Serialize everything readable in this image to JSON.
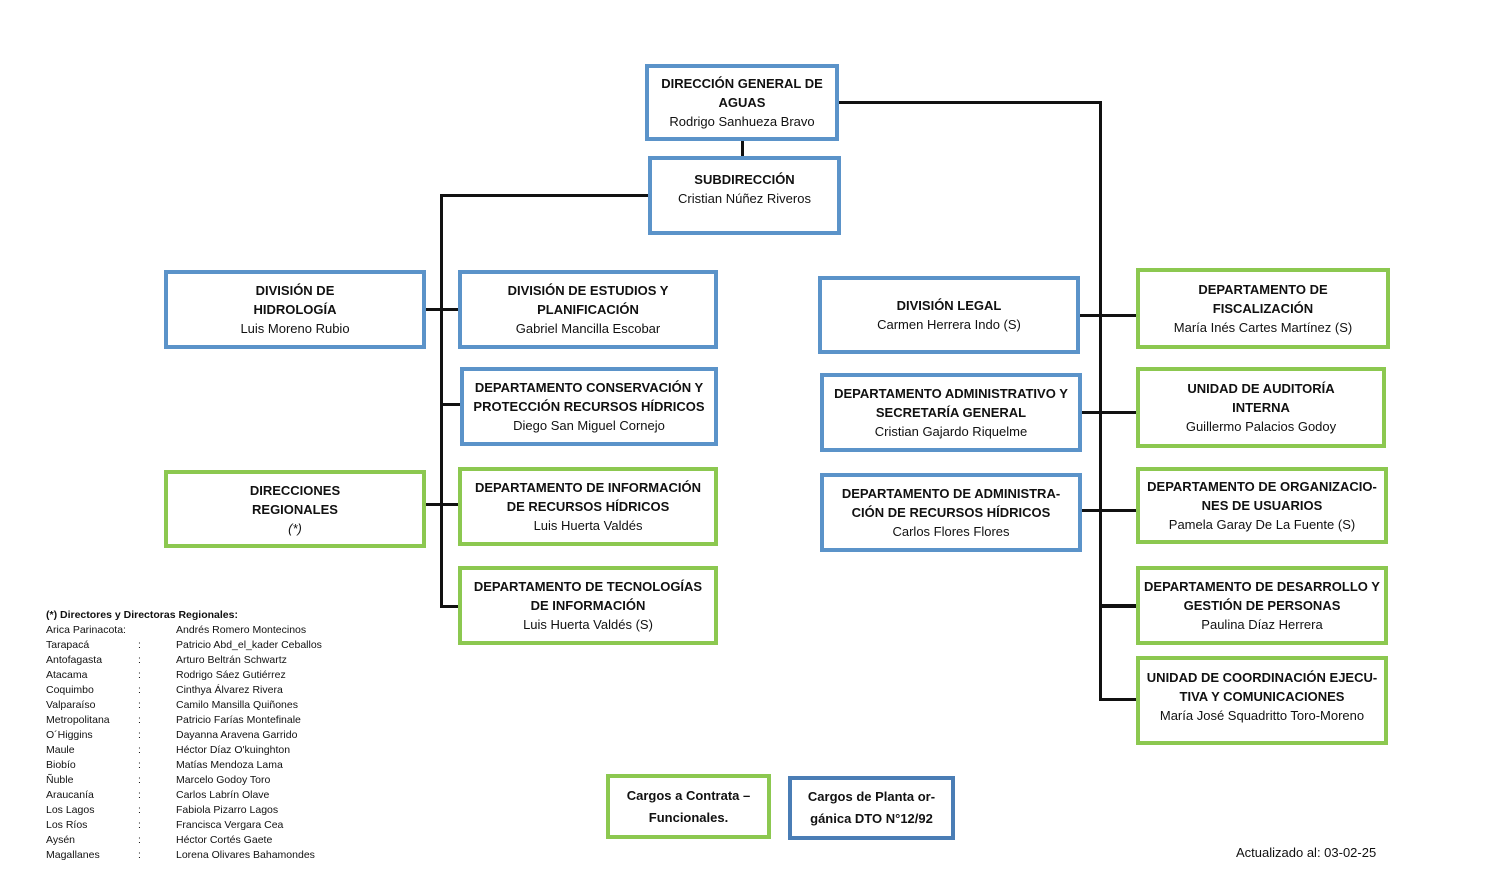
{
  "org": {
    "direccion": {
      "title_l1": "DIRECCIÓN GENERAL DE",
      "title_l2": "AGUAS",
      "name": "Rodrigo Sanhueza Bravo"
    },
    "subdireccion": {
      "title": "SUBDIRECCIÓN",
      "name": "Cristian Núñez Riveros"
    },
    "hidrologia": {
      "title_l1": "DIVISIÓN DE",
      "title_l2": "HIDROLOGÍA",
      "name": "Luis Moreno Rubio"
    },
    "estudios": {
      "title_l1": "DIVISIÓN DE ESTUDIOS Y",
      "title_l2": "PLANIFICACIÓN",
      "name": "Gabriel Mancilla Escobar"
    },
    "conservacion": {
      "title_l1": "DEPARTAMENTO CONSERVACIÓN Y",
      "title_l2": "PROTECCIÓN  RECURSOS HÍDRICOS",
      "name": "Diego San Miguel Cornejo"
    },
    "regionales": {
      "title_l1": "DIRECCIONES",
      "title_l2": "REGIONALES",
      "note": "(*)"
    },
    "informacion": {
      "title_l1": "DEPARTAMENTO DE INFORMACIÓN",
      "title_l2": "DE RECURSOS HÍDRICOS",
      "name": "Luis Huerta Valdés"
    },
    "tecnologias": {
      "title_l1": "DEPARTAMENTO DE TECNOLOGÍAS",
      "title_l2": "DE INFORMACIÓN",
      "name": "Luis Huerta Valdés (S)"
    },
    "legal": {
      "title": "DIVISIÓN LEGAL",
      "name": "Carmen Herrera Indo (S)"
    },
    "administrativo": {
      "title_l1": "DEPARTAMENTO ADMINISTRATIVO Y",
      "title_l2": "SECRETARÍA GENERAL",
      "name": "Cristian Gajardo Riquelme"
    },
    "administracion_rh": {
      "title_l1": "DEPARTAMENTO  DE ADMINISTRA-",
      "title_l2": "CIÓN DE RECURSOS HÍDRICOS",
      "name": "Carlos Flores Flores"
    },
    "fiscalizacion": {
      "title_l1": "DEPARTAMENTO DE",
      "title_l2": "FISCALIZACIÓN",
      "name": "María Inés Cartes Martínez (S)"
    },
    "auditoria": {
      "title_l1": "UNIDAD DE AUDITORÍA",
      "title_l2": "INTERNA",
      "name": "Guillermo Palacios Godoy"
    },
    "organizaciones": {
      "title_l1": "DEPARTAMENTO DE ORGANIZACIO-",
      "title_l2": "NES DE USUARIOS",
      "name": "Pamela Garay De La Fuente (S)"
    },
    "personas": {
      "title_l1": "DEPARTAMENTO DE DESARROLLO Y",
      "title_l2": "GESTIÓN DE PERSONAS",
      "name": "Paulina Díaz Herrera"
    },
    "coordinacion": {
      "title_l1": "UNIDAD DE  COORDINACIÓN EJECU-",
      "title_l2": "TIVA Y COMUNICACIONES",
      "name": "María José Squadritto Toro-Moreno"
    }
  },
  "legend": {
    "contrata_l1": "Cargos a Contrata –",
    "contrata_l2": "Funcionales.",
    "planta_l1": "Cargos de Planta or-",
    "planta_l2": "gánica DTO N°12/92"
  },
  "regional_directors": {
    "header": "(*) Directores y Directoras Regionales:",
    "rows": [
      {
        "region": "Arica Parinacota:",
        "sep": "",
        "name": "Andrés Romero Montecinos"
      },
      {
        "region": "Tarapacá",
        "sep": ":",
        "name": "Patricio Abd_el_kader Ceballos"
      },
      {
        "region": "Antofagasta",
        "sep": ":",
        "name": "Arturo Beltrán Schwartz"
      },
      {
        "region": "Atacama",
        "sep": ":",
        "name": "Rodrigo Sáez Gutiérrez"
      },
      {
        "region": "Coquimbo",
        "sep": ":",
        "name": "Cinthya Álvarez Rivera"
      },
      {
        "region": "Valparaíso",
        "sep": ":",
        "name": "Camilo Mansilla Quiñones"
      },
      {
        "region": "Metropolitana",
        "sep": ":",
        "name": "Patricio Farías Montefinale"
      },
      {
        "region": "O´Higgins",
        "sep": ":",
        "name": "Dayanna Aravena Garrido"
      },
      {
        "region": "Maule",
        "sep": ":",
        "name": "Héctor Díaz O'kuinghton"
      },
      {
        "region": "Biobío",
        "sep": ":",
        "name": "Matías Mendoza Lama"
      },
      {
        "region": "Ñuble",
        "sep": ":",
        "name": "Marcelo Godoy Toro"
      },
      {
        "region": "Araucanía",
        "sep": ":",
        "name": "Carlos Labrín Olave"
      },
      {
        "region": "Los Lagos",
        "sep": ":",
        "name": "Fabiola Pizarro Lagos"
      },
      {
        "region": "Los Ríos",
        "sep": ":",
        "name": "Francisca Vergara Cea"
      },
      {
        "region": "Aysén",
        "sep": ":",
        "name": "Héctor Cortés Gaete"
      },
      {
        "region": "Magallanes",
        "sep": ":",
        "name": "Lorena Olivares Bahamondes"
      }
    ]
  },
  "updated": "Actualizado al: 03-02-25",
  "colors": {
    "planta_border": "#5b93c9",
    "contrata_border": "#8cc850",
    "legend_planta_border": "#4a7db5",
    "connector": "#111111"
  }
}
